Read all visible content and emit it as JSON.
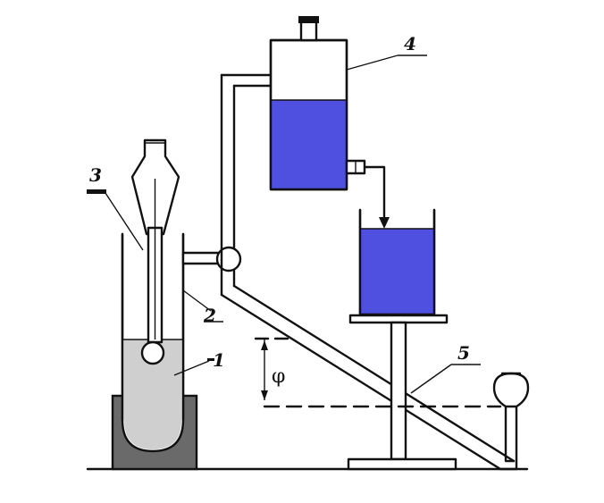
{
  "labels": {
    "one": "1",
    "two": "2",
    "three": "3",
    "four": "4",
    "five": "5",
    "angle": "φ"
  },
  "colors": {
    "liquid": "#4f4fe0",
    "base_dark": "#6a6a6a",
    "tube_liquid": "#cfcfcf",
    "stroke": "#111111"
  }
}
